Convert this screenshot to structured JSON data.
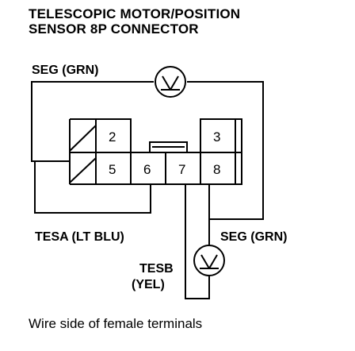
{
  "title": {
    "line1": "TELESCOPIC MOTOR/POSITION",
    "line2": "SENSOR 8P CONNECTOR"
  },
  "labels": {
    "seg_top": "SEG (GRN)",
    "tesa": "TESA (LT BLU)",
    "seg_right": "SEG (GRN)",
    "tesb_1": "TESB",
    "tesb_2": "(YEL)"
  },
  "terminals": {
    "t2": "2",
    "t3": "3",
    "t5": "5",
    "t6": "6",
    "t7": "7",
    "t8": "8"
  },
  "caption": "Wire side of female terminals",
  "meter_icon": "voltmeter-icon"
}
